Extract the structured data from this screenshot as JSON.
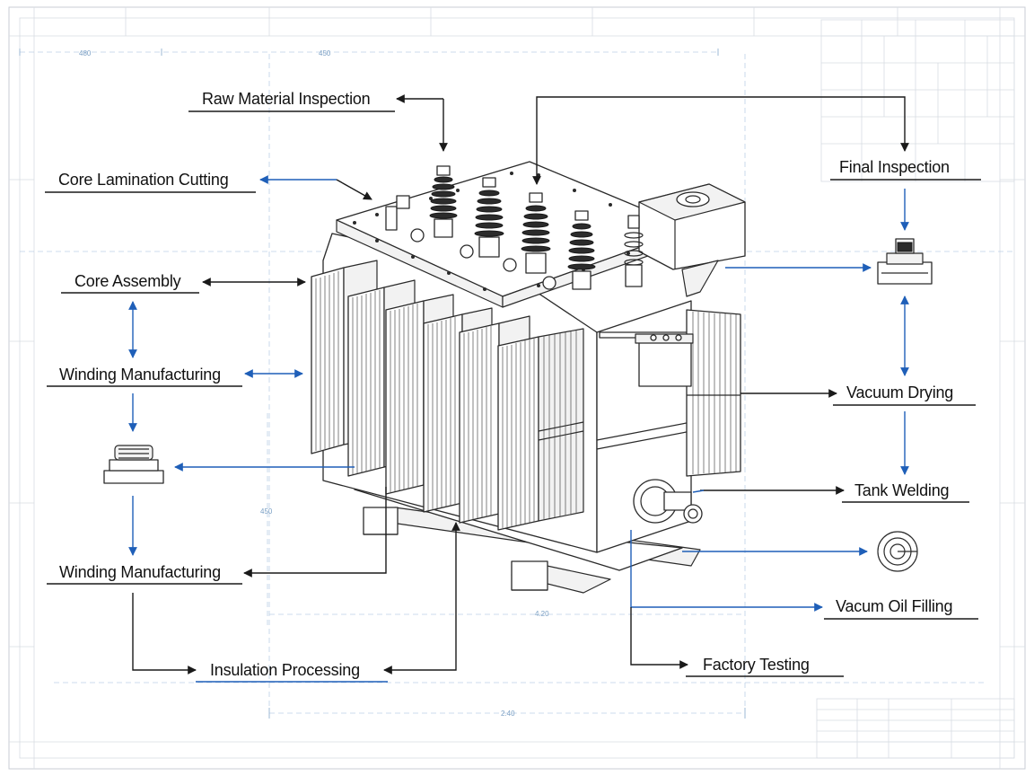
{
  "labels": {
    "raw_material_inspection": "Raw Material Inspection",
    "core_lamination_cutting": "Core Lamination Cutting",
    "core_assembly": "Core Assembly",
    "winding_manufacturing_1": "Winding Manufacturing",
    "winding_manufacturing_2": "Winding Manufacturing",
    "insulation_processing": "Insulation Processing",
    "final_inspection": "Final Inspection",
    "vacuum_drying": "Vacuum Drying",
    "tank_welding": "Tank Welding",
    "vacum_oil_filling": "Vacum Oil Filling",
    "factory_testing": "Factory Testing"
  },
  "dimensions": {
    "top_left": "480",
    "top_center": "450",
    "left_vertical": "450",
    "bottom_inner": "4.20",
    "bottom_outer": "2.40"
  },
  "colors": {
    "ink": "#2a2a2a",
    "arrow_black": "#1a1a1a",
    "arrow_blue": "#1f5fb8",
    "grid": "#c9ced6",
    "dimension": "#7a9fc4"
  },
  "icons": [
    "winding-machine-icon",
    "press-machine-icon",
    "coil-spiral-icon"
  ]
}
